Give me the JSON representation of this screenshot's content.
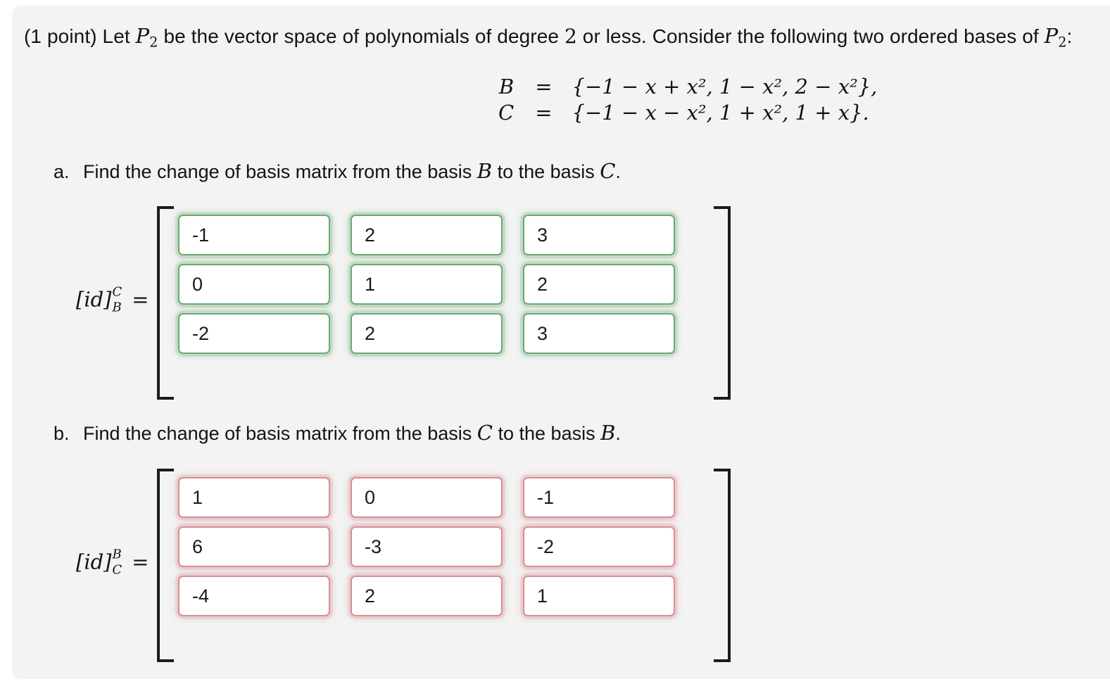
{
  "card": {
    "background_color": "#f3f3f3"
  },
  "problem": {
    "points_label": "(1 point)",
    "stem_part1": "Let",
    "stem_var_P": "P",
    "stem_var_P_sub": "2",
    "stem_part2": "be the vector space of polynomials of degree",
    "stem_degree": "2",
    "stem_part3": "or less. Consider the following two ordered bases of",
    "stem_var_P2": "P",
    "stem_var_P2_sub": "2",
    "stem_colon": ":"
  },
  "bases": [
    {
      "name": "B",
      "equals": "=",
      "set": "{−1 − x + x², 1 − x², 2 − x²},",
      "elements": [
        "-1 - x + x^2",
        "1 - x^2",
        "2 - x^2"
      ]
    },
    {
      "name": "C",
      "equals": "=",
      "set": "{−1 − x − x², 1 + x², 1 + x}.",
      "elements": [
        "-1 - x - x^2",
        "1 + x^2",
        "1 + x"
      ]
    }
  ],
  "parts": [
    {
      "marker": "a.",
      "prompt_before": "Find the change of basis matrix from the basis",
      "from_basis": "B",
      "prompt_middle": "to the basis",
      "to_basis": "C",
      "prompt_end": ".",
      "matrix_label": {
        "base": "[id]",
        "superscript": "C",
        "subscript": "B",
        "equals": "="
      },
      "status": "correct",
      "status_color": "#69aa70",
      "matrix": [
        [
          "-1",
          "2",
          "3"
        ],
        [
          "0",
          "1",
          "2"
        ],
        [
          "-2",
          "2",
          "3"
        ]
      ]
    },
    {
      "marker": "b.",
      "prompt_before": "Find the change of basis matrix from the basis",
      "from_basis": "C",
      "prompt_middle": "to the basis",
      "to_basis": "B",
      "prompt_end": ".",
      "matrix_label": {
        "base": "[id]",
        "superscript": "B",
        "subscript": "C",
        "equals": "="
      },
      "status": "incorrect",
      "status_color": "#d78d91",
      "matrix": [
        [
          "1",
          "0",
          "-1"
        ],
        [
          "6",
          "-3",
          "-2"
        ],
        [
          "-4",
          "2",
          "1"
        ]
      ]
    }
  ]
}
